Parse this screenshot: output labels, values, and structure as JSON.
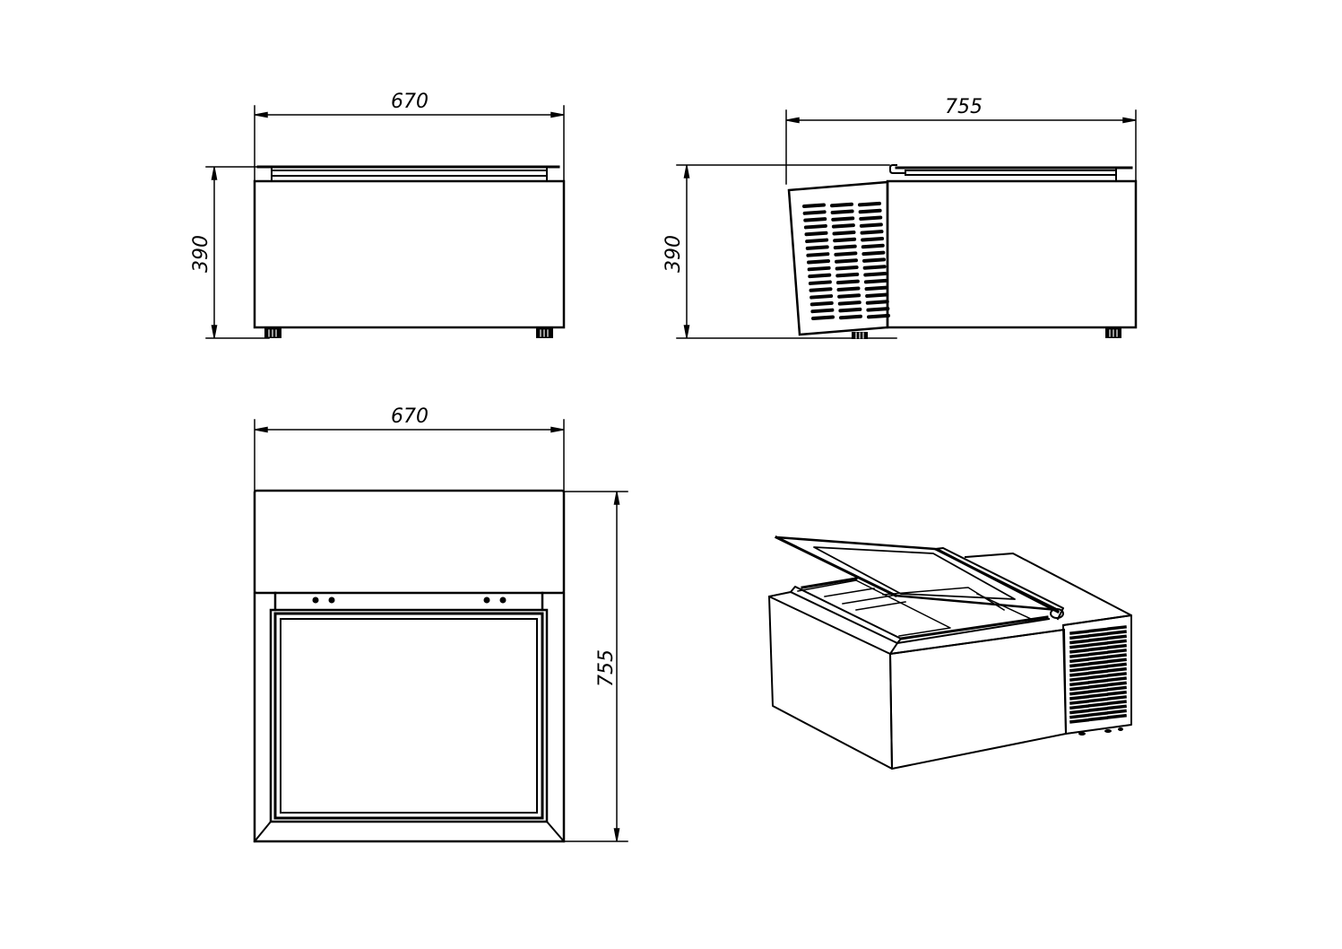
{
  "drawing": {
    "line_color": "#000000",
    "background": "#ffffff",
    "views": {
      "front_view": {
        "width_dimension": "670",
        "height_dimension": "390"
      },
      "side_view": {
        "depth_dimension": "755",
        "height_dimension": "390"
      },
      "top_view": {
        "width_dimension": "670",
        "depth_dimension": "755"
      },
      "isometric_view": {
        "description": "3D view of countertop unit with open glass lid and ventilation grille"
      }
    }
  }
}
